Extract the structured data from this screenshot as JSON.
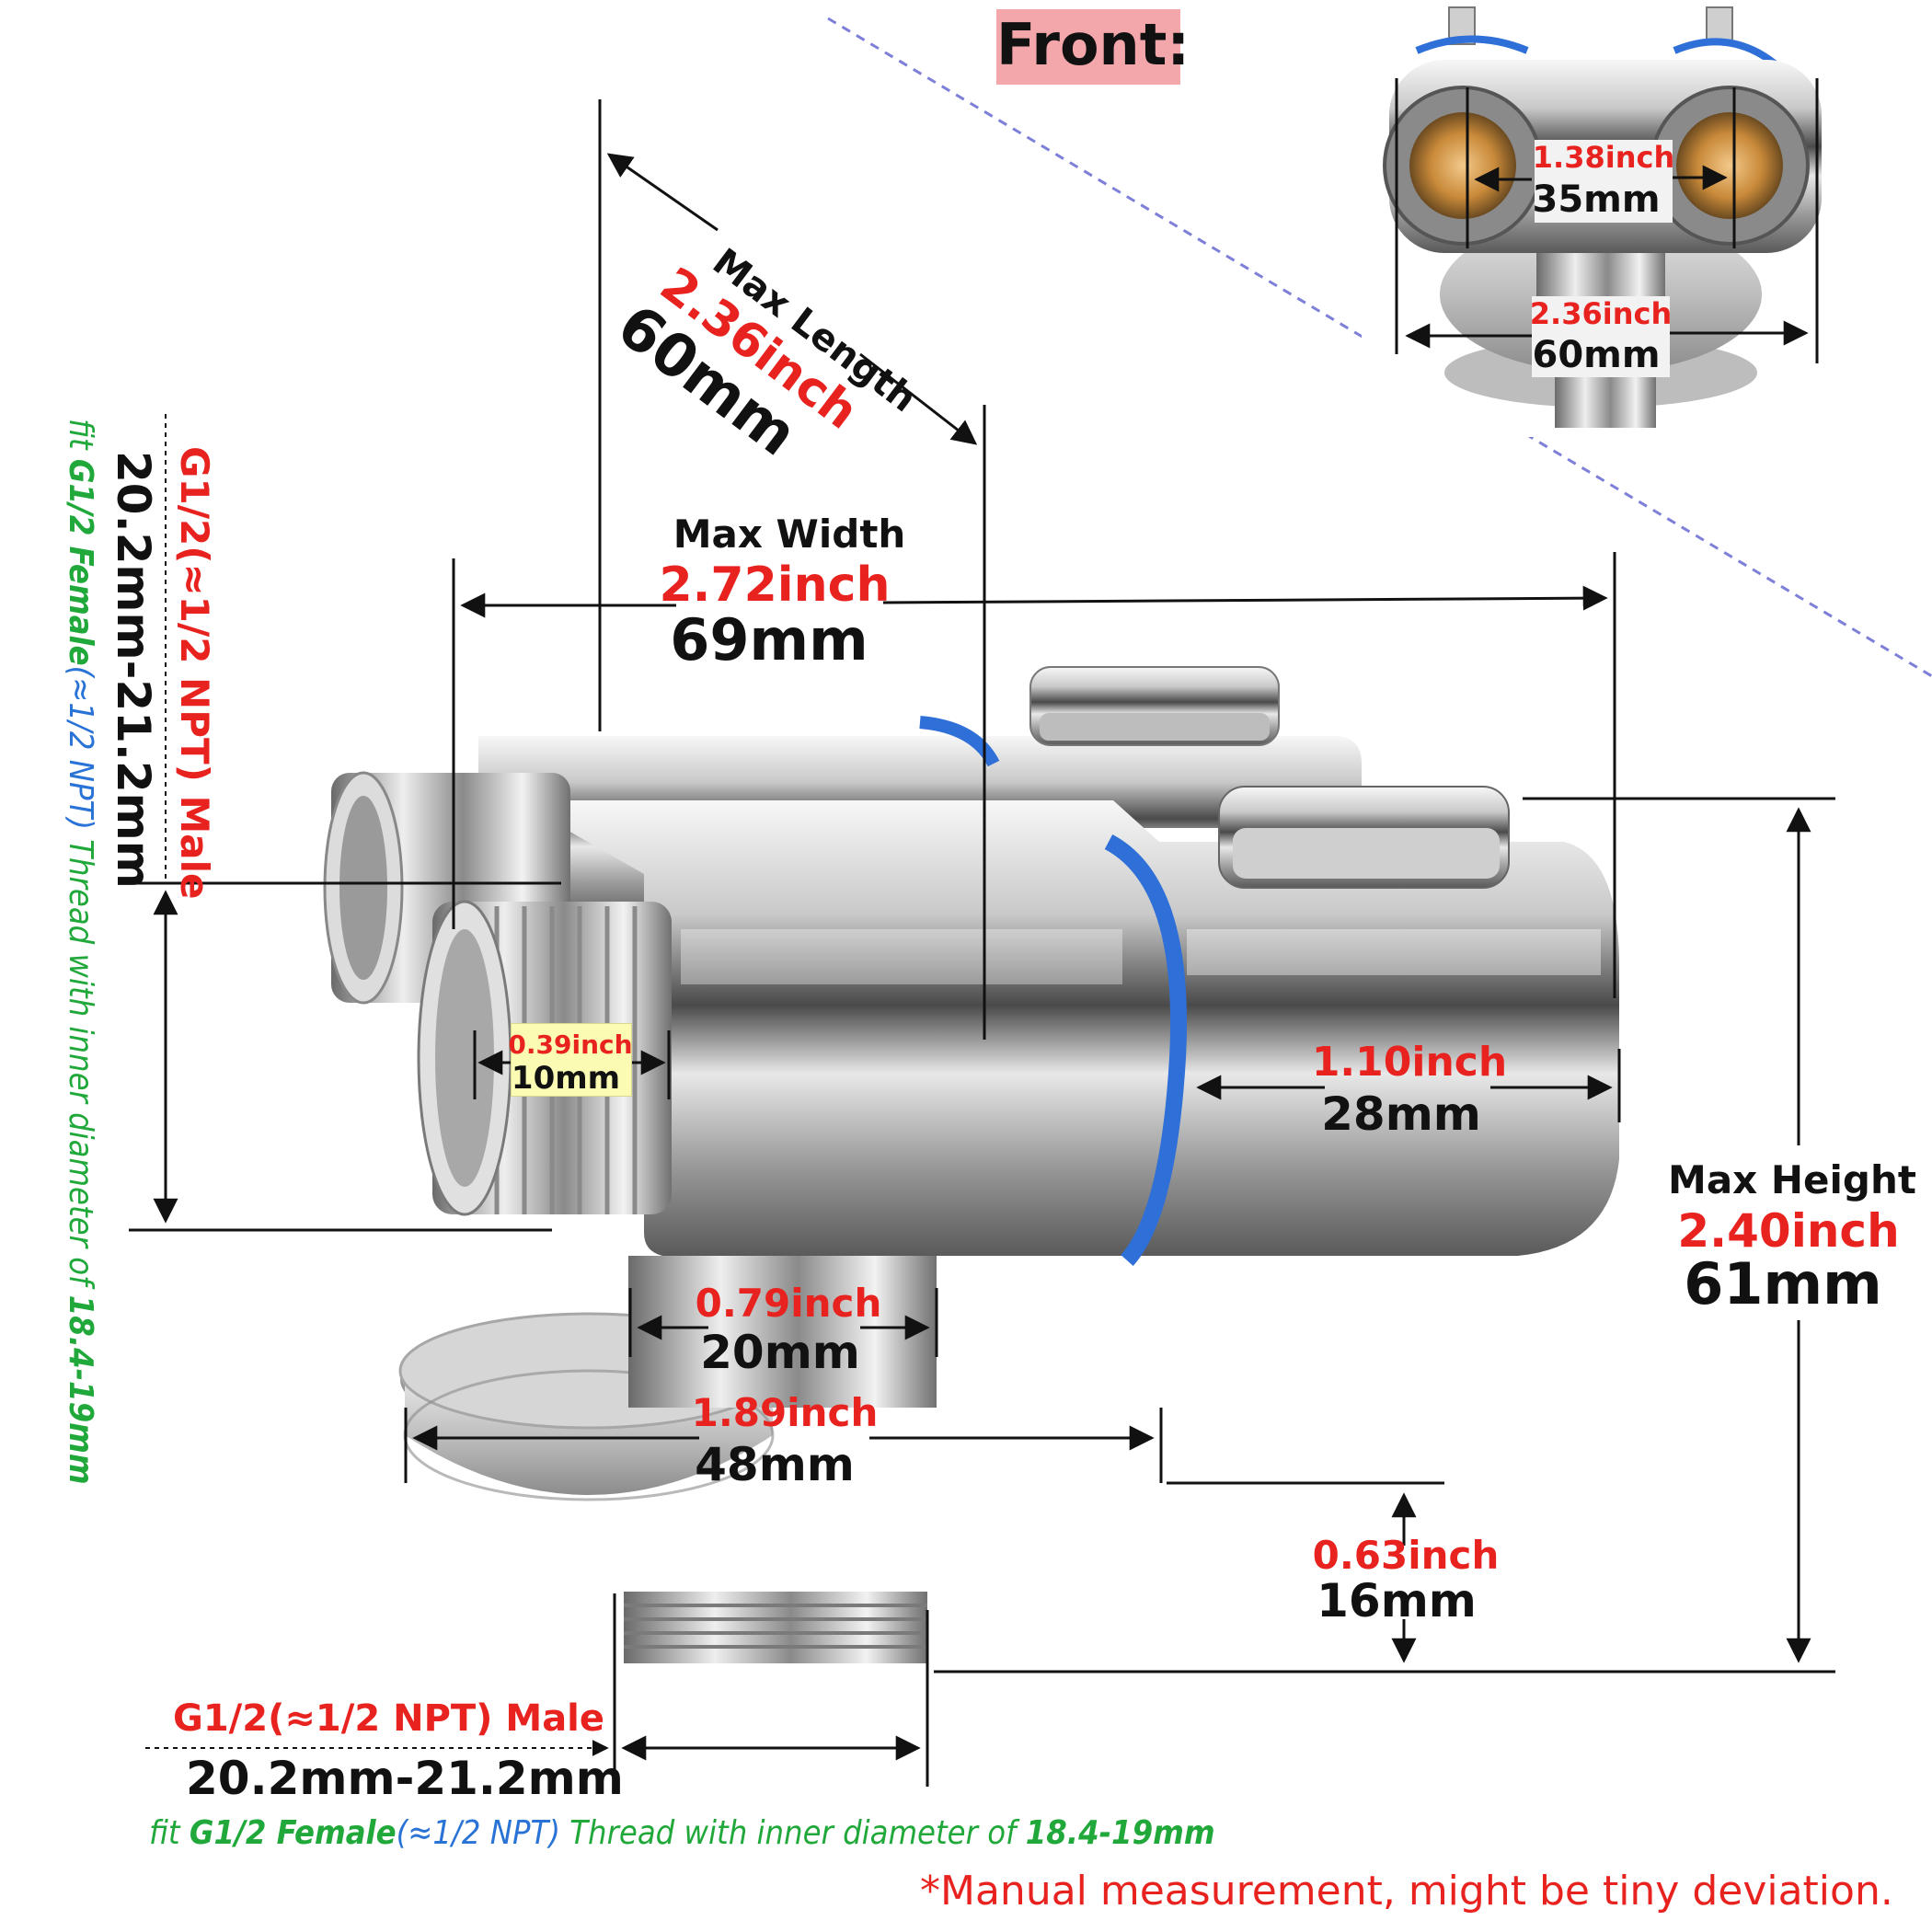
{
  "front": {
    "title": "Front:"
  },
  "front_view": {
    "spacing_inch": "1.38inch",
    "spacing_mm": "35mm",
    "width_inch": "2.36inch",
    "width_mm": "60mm"
  },
  "max_length": {
    "label": "Max Length",
    "inch": "2.36inch",
    "mm": "60mm"
  },
  "max_width": {
    "label": "Max Width",
    "inch": "2.72inch",
    "mm": "69mm"
  },
  "max_height": {
    "label": "Max Height",
    "inch": "2.40inch",
    "mm": "61mm"
  },
  "side_thread": {
    "spec": "G1/2(≈1/2 NPT) Male",
    "size": "20.2mm-21.2mm",
    "fit_prefix": "fit ",
    "fit_thread": "G1/2 Female",
    "fit_npt": "(≈1/2 NPT)",
    "fit_middle": " Thread with inner diameter of ",
    "fit_range": "18.4-19mm"
  },
  "thread_length": {
    "inch": "0.39inch",
    "mm": "10mm"
  },
  "handle_body": {
    "inch": "1.10inch",
    "mm": "28mm"
  },
  "stem": {
    "inch": "0.79inch",
    "mm": "20mm"
  },
  "flange": {
    "inch": "1.89inch",
    "mm": "48mm"
  },
  "flange_height": {
    "inch": "0.63inch",
    "mm": "16mm"
  },
  "bottom_thread": {
    "spec": "G1/2(≈1/2 NPT) Male",
    "size": "20.2mm-21.2mm",
    "fit_prefix": "fit ",
    "fit_thread": "G1/2 Female",
    "fit_npt": "(≈1/2 NPT)",
    "fit_middle": " Thread with inner diameter of ",
    "fit_range": "18.4-19mm"
  },
  "note": "*Manual measurement, might be tiny deviation.",
  "colors": {
    "red": "#e8231f",
    "green": "#20a83a",
    "blue": "#2a73d6",
    "front_bg": "#f4a7ab",
    "band": "#2f6fd8"
  }
}
